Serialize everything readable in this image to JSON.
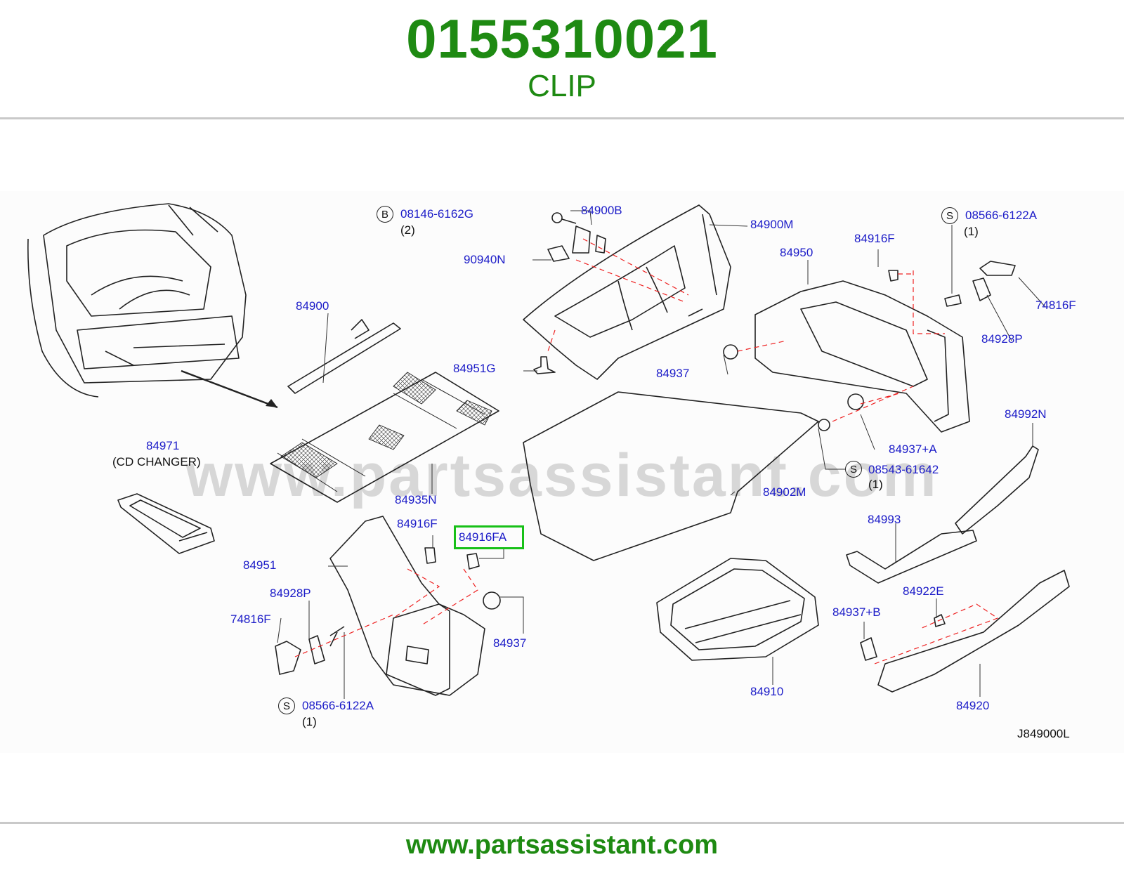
{
  "header": {
    "part_number": "0155310021",
    "part_name": "CLIP"
  },
  "footer": {
    "url": "www.partsassistant.com"
  },
  "watermark": "www.partsassistant.com",
  "diagram_code": "J849000L",
  "highlighted_part": "84916FA",
  "labels": {
    "l84900B": "84900B",
    "l84900M": "84900M",
    "l90940N": "90940N",
    "l08146": "08146-6162G",
    "q08146": "(2)",
    "l84950": "84950",
    "l84916F_r": "84916F",
    "l08566_r": "08566-6122A",
    "q08566_r": "(1)",
    "l74816F_r": "74816F",
    "l84928P_r": "84928P",
    "l84900": "84900",
    "l84951G": "84951G",
    "l84937_m": "84937",
    "l84935N": "84935N",
    "l84971": "84971",
    "cd_changer": "(CD   CHANGER)",
    "l84937A": "84937+A",
    "l08543": "08543-61642",
    "q08543": "(1)",
    "l84902M": "84902M",
    "l84992N": "84992N",
    "l84993": "84993",
    "l84916F_l": "84916F",
    "l84951": "84951",
    "l84928P_l": "84928P",
    "l74816F_l": "74816F",
    "l84937_l": "84937",
    "l08566_l": "08566-6122A",
    "q08566_l": "(1)",
    "l84910": "84910",
    "l84937B": "84937+B",
    "l84922E": "84922E",
    "l84920": "84920"
  },
  "circles": {
    "b": "B",
    "s1": "S",
    "s2": "S",
    "s3": "S"
  }
}
